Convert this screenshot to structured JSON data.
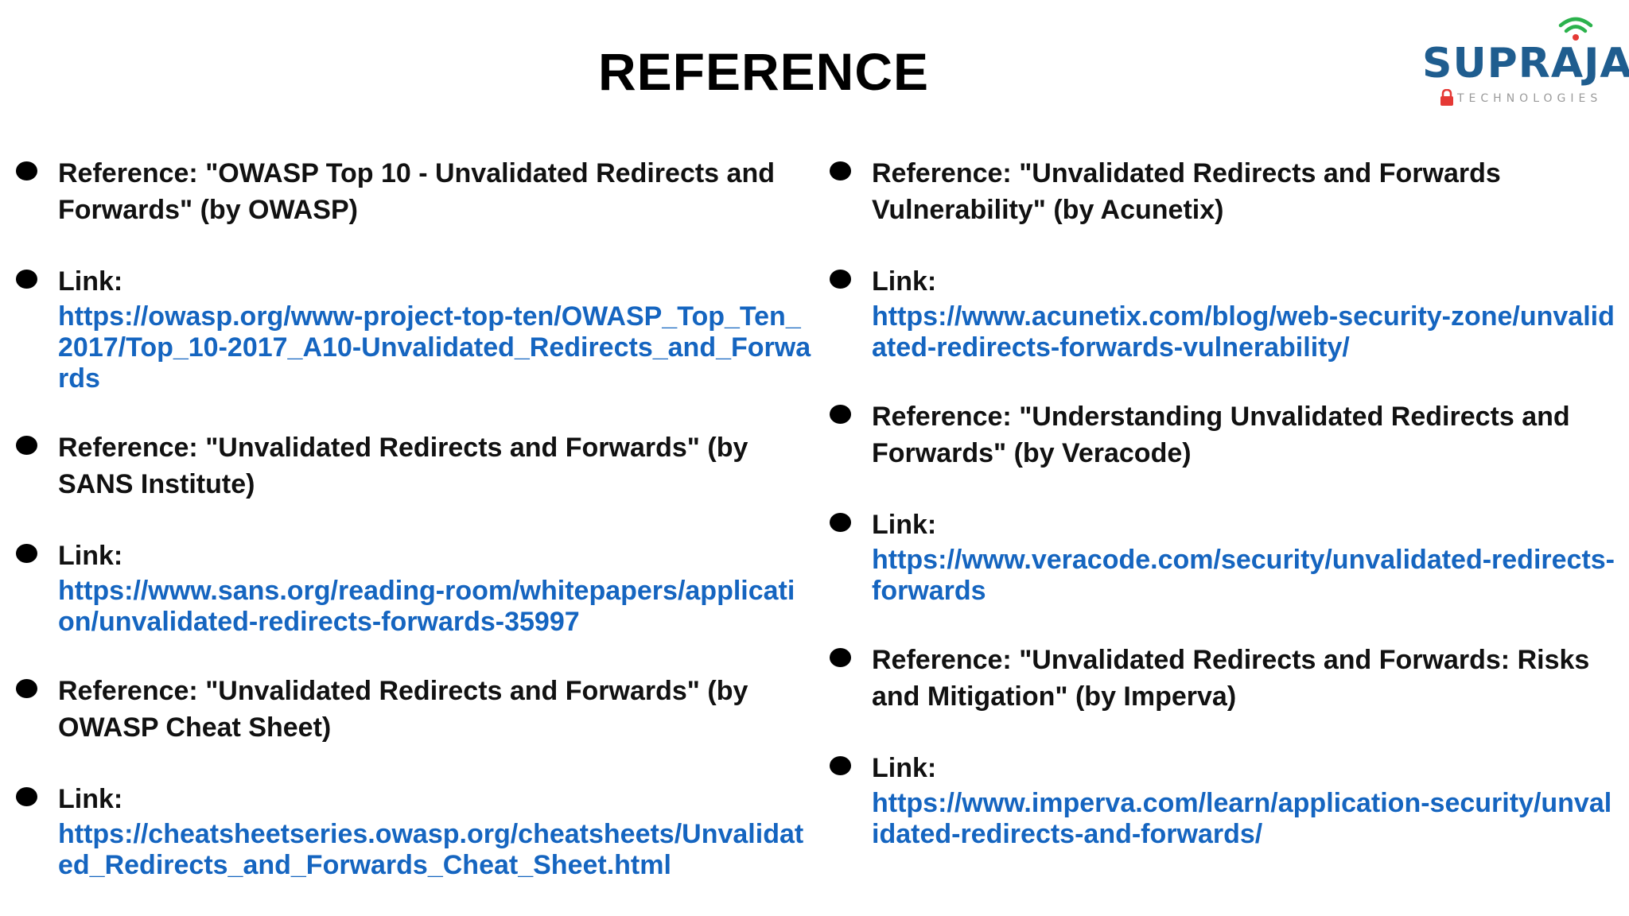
{
  "title": "REFERENCE",
  "logo": {
    "name": "SUPRAJA",
    "subtitle": "TECHNOLOGIES",
    "brand_color": "#1f5d8f",
    "accent_color": "#2bb24c",
    "lock_color": "#e53935"
  },
  "colors": {
    "link": "#1565c0",
    "text": "#111111"
  },
  "left_column": [
    {
      "type": "reference",
      "text": "Reference: \"OWASP Top 10 - Unvalidated Redirects and Forwards\" (by OWASP)"
    },
    {
      "type": "link",
      "label": "Link:",
      "url": "https://owasp.org/www-project-top-ten/OWASP_Top_Ten_2017/Top_10-2017_A10-Unvalidated_Redirects_and_Forwards"
    },
    {
      "type": "reference",
      "text": "Reference: \"Unvalidated Redirects and Forwards\" (by SANS Institute)"
    },
    {
      "type": "link",
      "label": "Link:",
      "url": "https://www.sans.org/reading-room/whitepapers/application/unvalidated-redirects-forwards-35997"
    },
    {
      "type": "reference",
      "text": "Reference: \"Unvalidated Redirects and Forwards\" (by OWASP Cheat Sheet)"
    },
    {
      "type": "link",
      "label": "Link:",
      "url": "https://cheatsheetseries.owasp.org/cheatsheets/Unvalidated_Redirects_and_Forwards_Cheat_Sheet.html"
    }
  ],
  "right_column": [
    {
      "type": "reference",
      "text": "Reference: \"Unvalidated Redirects and Forwards Vulnerability\" (by Acunetix)"
    },
    {
      "type": "link",
      "label": "Link:",
      "url": "https://www.acunetix.com/blog/web-security-zone/unvalidated-redirects-forwards-vulnerability/"
    },
    {
      "type": "reference",
      "text": "Reference: \"Understanding Unvalidated Redirects and Forwards\" (by Veracode)"
    },
    {
      "type": "link",
      "label": "Link:",
      "url": "https://www.veracode.com/security/unvalidated-redirects-forwards"
    },
    {
      "type": "reference",
      "text": "Reference: \"Unvalidated Redirects and Forwards: Risks and Mitigation\" (by Imperva)"
    },
    {
      "type": "link",
      "label": "Link:",
      "url": "https://www.imperva.com/learn/application-security/unvalidated-redirects-and-forwards/"
    }
  ]
}
